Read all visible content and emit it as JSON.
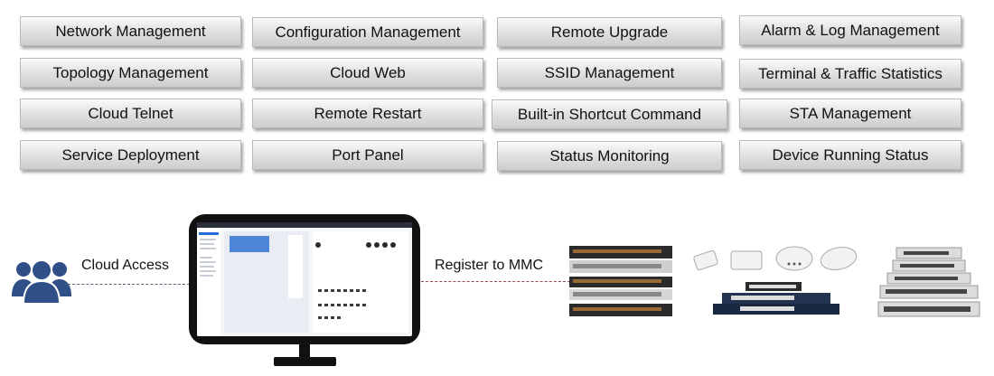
{
  "features": [
    [
      "Network Management",
      "Configuration Management",
      "Remote Upgrade",
      "Alarm & Log Management"
    ],
    [
      "Topology Management",
      "Cloud Web",
      "SSID Management",
      "Terminal & Traffic Statistics"
    ],
    [
      "Cloud  Telnet",
      "Remote Restart",
      "Built-in Shortcut Command",
      "STA Management"
    ],
    [
      "Service Deployment",
      "Port Panel",
      "Status Monitoring",
      "Device Running Status"
    ]
  ],
  "flow": {
    "cloud_access": "Cloud Access",
    "register": "Register to MMC"
  },
  "colors": {
    "user_icon": "#2f4f86",
    "screen_sidebar": "#1f6fd6",
    "screen_header": "#2a2f3a",
    "switch_body": "#2b2b2b"
  },
  "icons": {
    "user": "users-icon",
    "monitor": "monitor-icon"
  }
}
